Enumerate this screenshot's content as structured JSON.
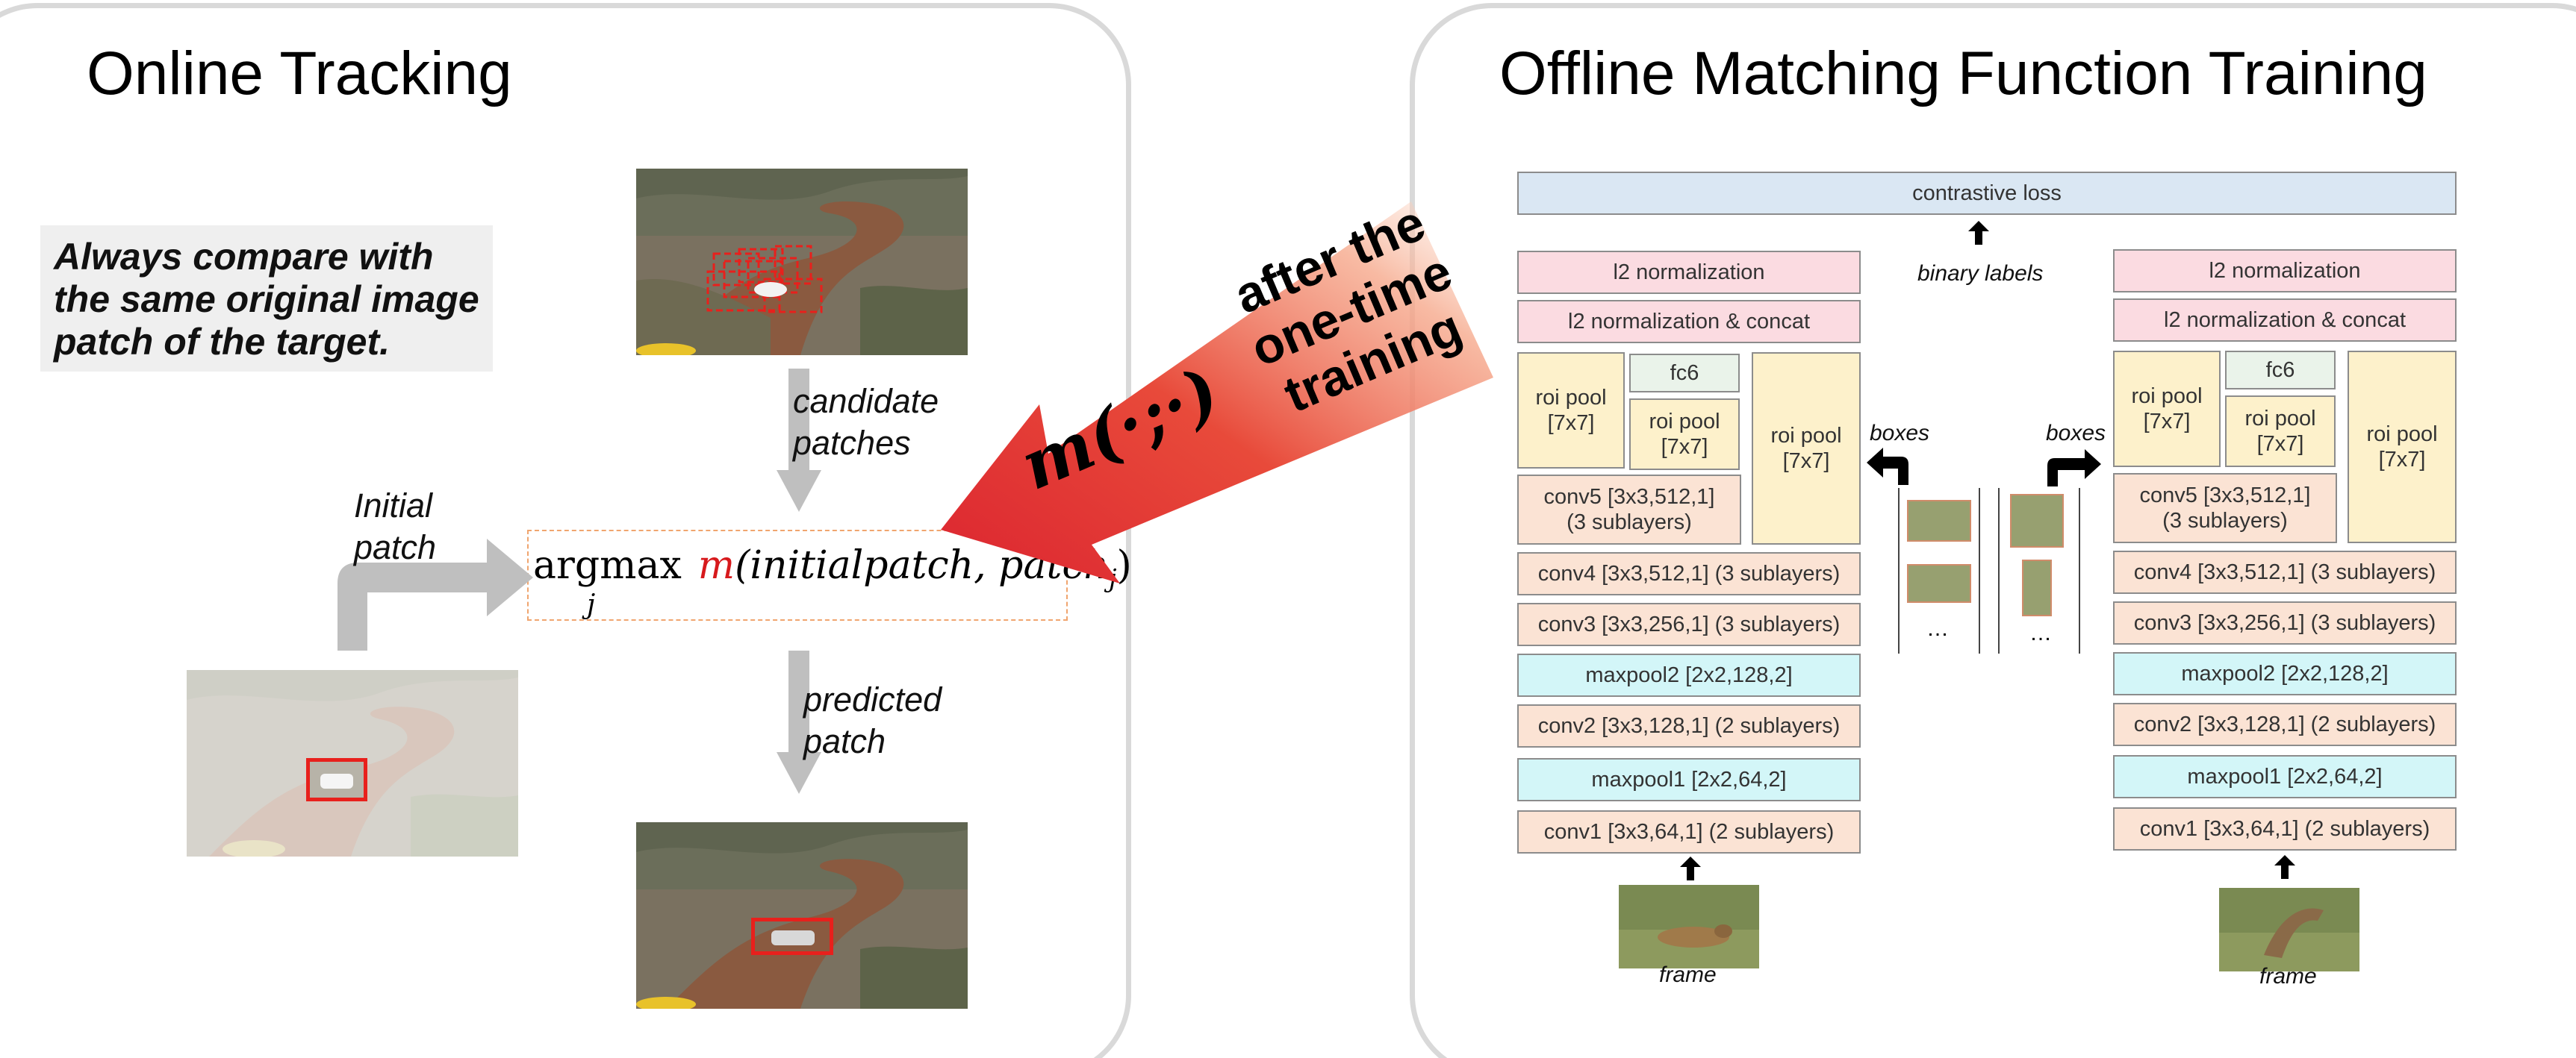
{
  "left": {
    "title": "Online Tracking",
    "note_lines": [
      "Always compare with",
      "the same original image",
      "patch of the target."
    ],
    "candidate_label_lines": [
      "candidate",
      "patches"
    ],
    "initial_label_lines": [
      "Initial",
      "patch"
    ],
    "predicted_label_lines": [
      "predicted",
      "patch"
    ],
    "formula": {
      "op": "argmax",
      "sub": "j",
      "m": "m",
      "args": "(initialpatch, patch",
      "args_sub": "j",
      "close": ")"
    }
  },
  "arrow": {
    "symbol": "m(·;·)",
    "text_lines": [
      "after the",
      "one-time",
      "training"
    ]
  },
  "right": {
    "title": "Offline Matching Function Training",
    "loss": "contrastive loss",
    "binary_labels": "binary labels",
    "boxes_label": "boxes",
    "ellipsis": "…",
    "frame_label": "frame",
    "layers": {
      "l2": "l2 normalization",
      "l2concat": "l2 normalization & concat",
      "roi1": "roi pool\n[7x7]",
      "fc6": "fc6",
      "roi2": "roi pool\n[7x7]",
      "roi3": "roi pool\n[7x7]",
      "conv5": "conv5 [3x3,512,1]\n(3 sublayers)",
      "conv4": "conv4 [3x3,512,1] (3 sublayers)",
      "conv3": "conv3 [3x3,256,1] (3 sublayers)",
      "maxpool2": "maxpool2 [2x2,128,2]",
      "conv2": "conv2 [3x3,128,1] (2 sublayers)",
      "maxpool1": "maxpool1 [2x2,64,2]",
      "conv1": "conv1 [3x3,64,1] (2 sublayers)"
    }
  },
  "colors": {
    "red_box": "#e8201c",
    "arrow_red": "#e0323a",
    "gray_arrow": "#bfbfbf",
    "panel_border": "#d9d9d9"
  }
}
